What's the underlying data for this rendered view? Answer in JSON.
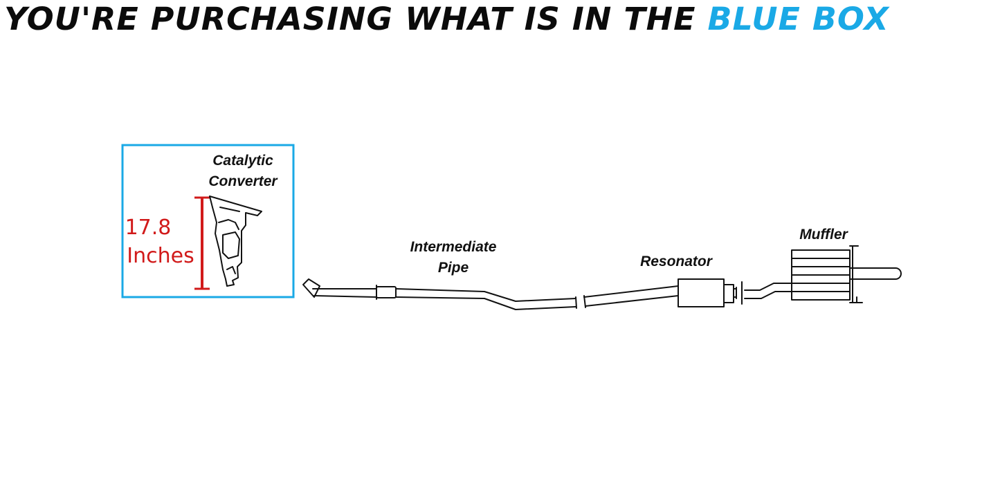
{
  "header": {
    "text_prefix": "YOU'RE PURCHASING WHAT IS IN THE",
    "text_highlight": "BLUE BOX"
  },
  "colors": {
    "headline": "#0b0b0b",
    "highlight": "#1aa9e6",
    "box_border": "#1aa9e6",
    "measurement": "#d11a1a"
  },
  "highlight_box": {
    "part_label_line1": "Catalytic",
    "part_label_line2": "Converter",
    "measurement_value": "17.8",
    "measurement_unit": "Inches"
  },
  "parts": {
    "intermediate_pipe_line1": "Intermediate",
    "intermediate_pipe_line2": "Pipe",
    "resonator": "Resonator",
    "muffler": "Muffler"
  }
}
